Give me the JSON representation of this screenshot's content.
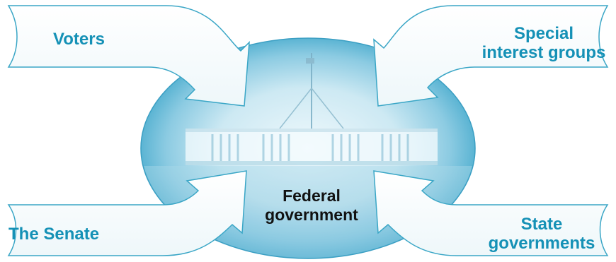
{
  "diagram": {
    "center": {
      "line1": "Federal",
      "line2": "government",
      "image": "parliament-house-photo"
    },
    "influences": {
      "top_left": "Voters",
      "top_right_line1": "Special",
      "top_right_line2": "interest groups",
      "bottom_left": "The Senate",
      "bottom_right_line1": "State",
      "bottom_right_line2": "governments"
    },
    "colors": {
      "label": "#1591b6",
      "arrow_stroke": "#3aa6c6",
      "arrow_fill": "#ffffff",
      "ellipse_edge": "#4fb0cf",
      "ellipse_center": "#e9f6fb",
      "center_text": "#111111"
    }
  }
}
